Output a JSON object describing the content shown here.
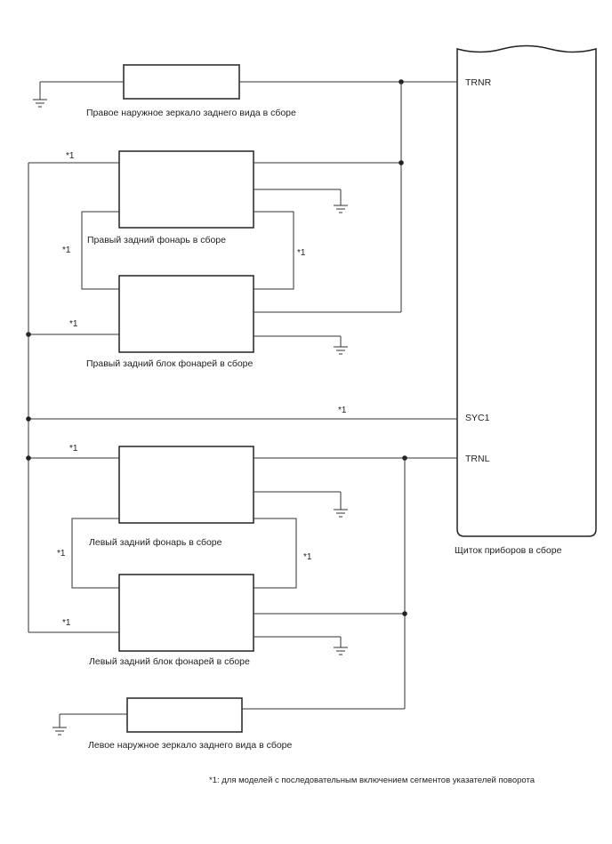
{
  "components": {
    "right_mirror": "Правое наружное зеркало заднего вида в сборе",
    "right_lamp": "Правый задний фонарь в сборе",
    "right_lamp_unit": "Правый задний блок фонарей в сборе",
    "left_lamp": "Левый задний фонарь в сборе",
    "left_lamp_unit": "Левый задний блок фонарей в сборе",
    "left_mirror": "Левое наружное зеркало заднего вида в сборе",
    "meter": "Щиток приборов в сборе"
  },
  "pins": {
    "trnr": "TRNR",
    "syc1": "SYC1",
    "trnl": "TRNL"
  },
  "marker": "*1",
  "footnote": "*1: для моделей с последовательным включением сегментов указателей поворота"
}
